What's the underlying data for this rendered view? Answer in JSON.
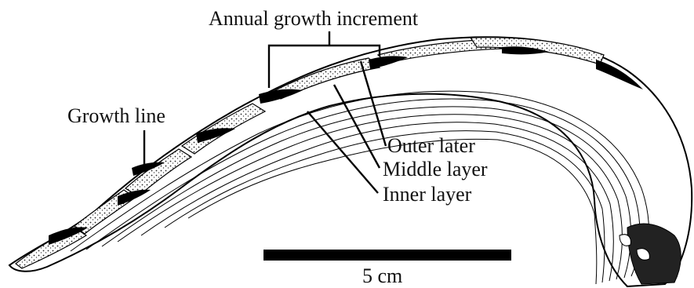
{
  "labels": {
    "annual_increment": "Annual growth increment",
    "growth_line": "Growth line",
    "outer_layer": "Outer later",
    "middle_layer": "Middle layer",
    "inner_layer": "Inner layer"
  },
  "scale_bar": {
    "label": "5 cm"
  }
}
